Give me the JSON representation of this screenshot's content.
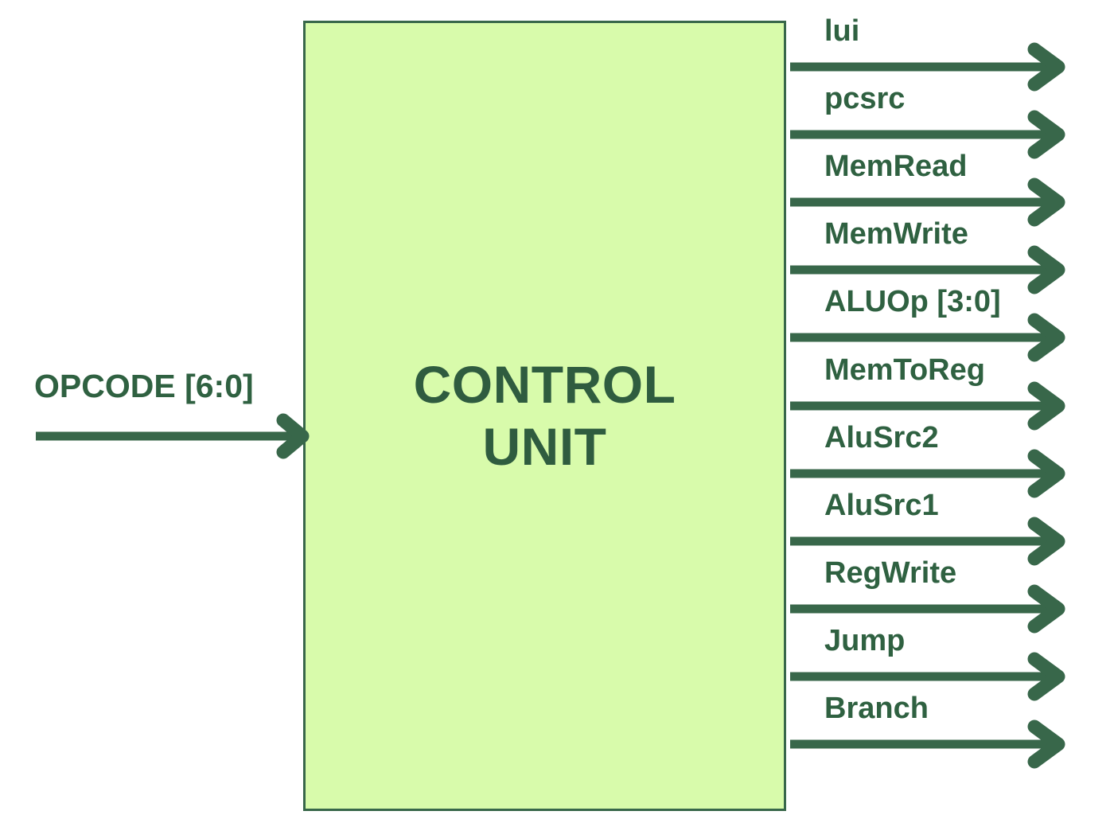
{
  "diagram": {
    "title": "CONTROL UNIT",
    "block": {
      "label": "CONTROL\nUNIT",
      "fill_color": "#d8fbab",
      "border_color": "#38674a"
    },
    "accent_color": "#38674a",
    "text_color": "#2f6141",
    "background_color": "#ffffff",
    "input": {
      "label": "OPCODE [6:0]",
      "direction": "into-block"
    },
    "outputs": [
      {
        "label": "lui"
      },
      {
        "label": "pcsrc"
      },
      {
        "label": "MemRead"
      },
      {
        "label": "MemWrite"
      },
      {
        "label": "ALUOp [3:0]"
      },
      {
        "label": "MemToReg"
      },
      {
        "label": "AluSrc2"
      },
      {
        "label": "AluSrc1"
      },
      {
        "label": "RegWrite"
      },
      {
        "label": "Jump"
      },
      {
        "label": "Branch"
      }
    ]
  }
}
